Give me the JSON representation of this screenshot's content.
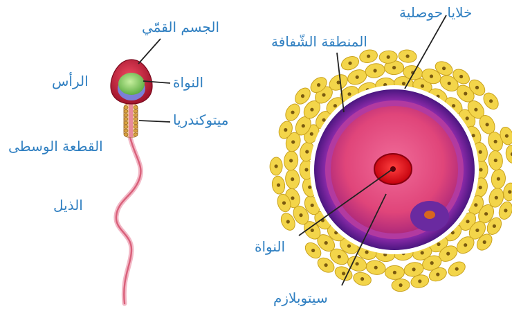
{
  "labels": {
    "acrosome": "الجسم القمّي",
    "head": "الرأس",
    "sperm_nucleus": "النواة",
    "mitochondria": "ميتوكندريا",
    "midpiece": "القطعة الوسطى",
    "tail": "الذيل",
    "follicle_cells": "خلايا حوصلية",
    "zona_pellucida": "المنطقة الشّفافة",
    "egg_nucleus": "النواة",
    "cytoplasm": "سيتوبلازم"
  },
  "colors": {
    "label_text": "#2f7fc1",
    "leader_line": "#222222",
    "acrosome": "#c8203a",
    "sperm_nucleus": "#8fcf6a",
    "midpiece": "#d9a441",
    "tail": "#d9607a",
    "follicle_cell": "#f3d54a",
    "follicle_nucleus": "#7a5a10",
    "zona_outer": "#5a1a8c",
    "zona_inner": "#b040a0",
    "cytoplasm": "#e0457a",
    "egg_nucleus": "#e01020",
    "polar_body": "#6a2aa0"
  }
}
